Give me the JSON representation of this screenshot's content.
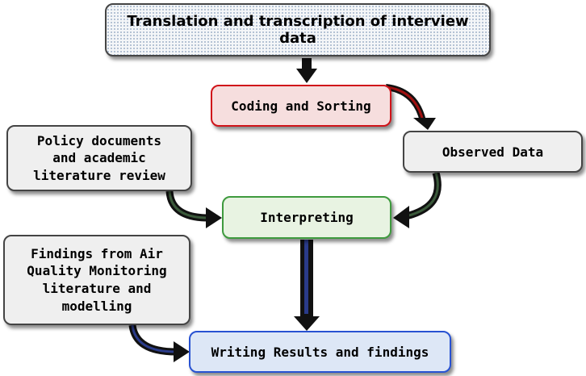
{
  "nodes": {
    "transcription": "Translation and transcription of interview data",
    "coding": "Coding and Sorting",
    "observed": "Observed Data",
    "policy": "Policy documents\nand academic\nliterature review",
    "interpreting": "Interpreting",
    "findings": "Findings from Air\nQuality Monitoring\nliterature and\nmodelling",
    "writing": "Writing Results and findings"
  },
  "colors": {
    "coding_border": "#d0141a",
    "interpreting_border": "#3e9a3e",
    "writing_border": "#2852d2",
    "arrow_fill": "#111111"
  }
}
